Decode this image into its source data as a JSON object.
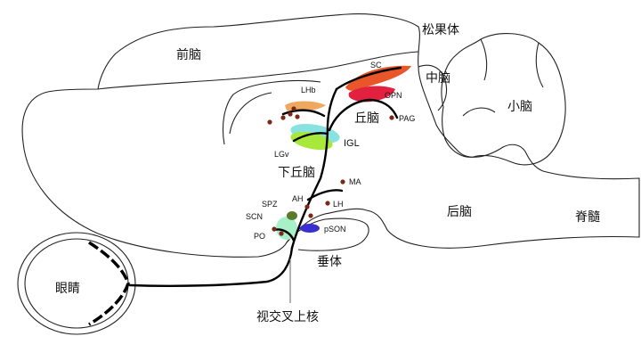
{
  "labels": {
    "forebrain": "前脑",
    "pineal": "松果体",
    "midbrain": "中脑",
    "cerebellum": "小脑",
    "thalamus": "丘脑",
    "hypothalamus": "下丘脑",
    "hindbrain": "后脑",
    "spinal_cord": "脊髓",
    "pituitary": "垂体",
    "eye": "眼睛",
    "scn_full": "视交叉上核",
    "sc": "SC",
    "opn": "OPN",
    "pag": "PAG",
    "lhb": "LHb",
    "igl": "IGL",
    "lgv": "LGv",
    "ma": "MA",
    "ah": "AH",
    "spz": "SPZ",
    "lh": "LH",
    "scn": "SCN",
    "po": "PO",
    "pson": "pSON"
  },
  "colors": {
    "sc": "#e8562a",
    "opn": "#e2203f",
    "lhb": "#f0a860",
    "igl": "#88e3e0",
    "lgv": "#a8e83a",
    "spz": "#5a7a2a",
    "scn": "#a8f0c8",
    "pson": "#3a2fd0",
    "nucleus_dot": "#7a2a14"
  }
}
